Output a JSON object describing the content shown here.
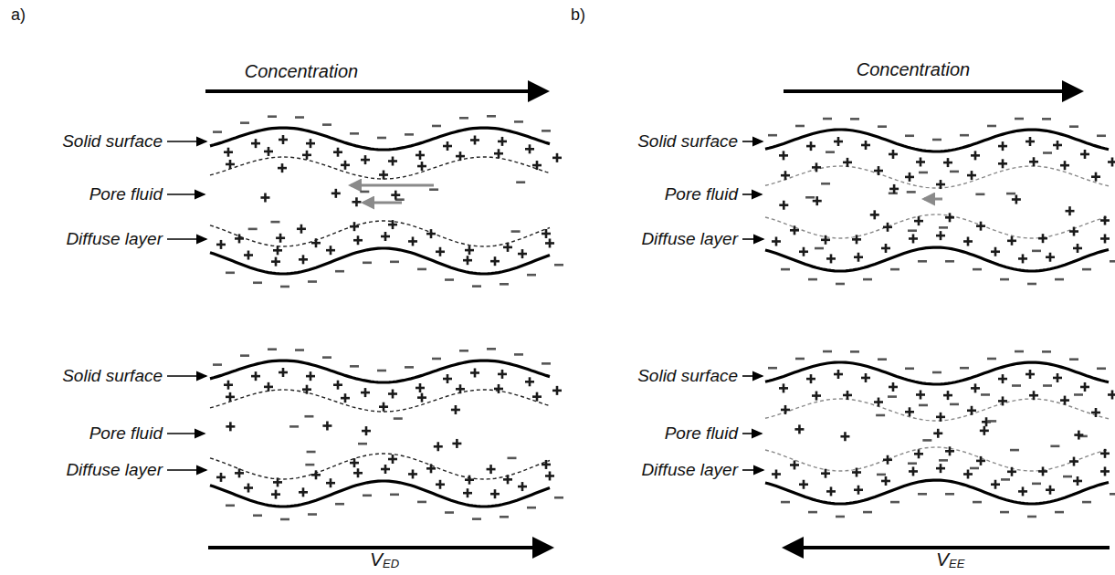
{
  "diagram": {
    "labels": [
      "a)",
      "b)",
      "Concentration",
      "Concentration",
      "Solid surface",
      "Pore fluid",
      "Diffuse layer",
      "Solid surface",
      "Pore fluid",
      "Diffuse layer",
      "Solid surface",
      "Pore fluid",
      "Diffuse layer",
      "Solid surface",
      "Pore fluid",
      "Diffuse layer",
      "V",
      "ED",
      "V",
      "EE"
    ]
  }
}
